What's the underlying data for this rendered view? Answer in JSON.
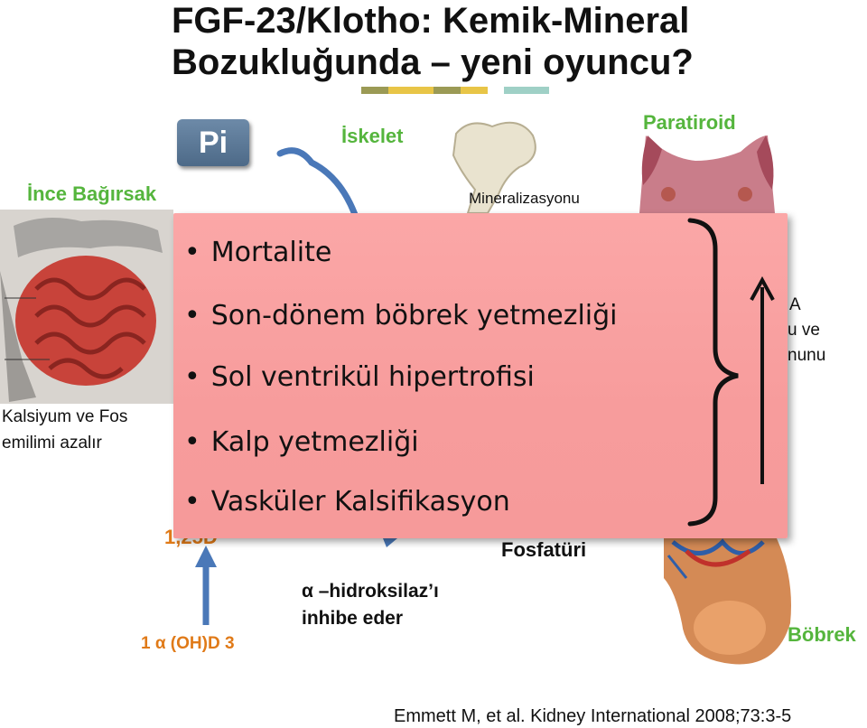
{
  "title": {
    "line1": "FGF-23/Klotho: Kemik-Mineral",
    "line2": "Bozukluğunda – yeni oyuncu?"
  },
  "swatch_colors": [
    "#9b9a55",
    "#e8c547",
    "#9b9a55",
    "#e8c547",
    "#c9c9c9",
    "#9fd0c6"
  ],
  "pi_label": "Pi",
  "labels": {
    "skeleton": "İskelet",
    "parathyroid": "Paratiroid",
    "small_intestine": "İnce Bağırsak",
    "mineralization": "Mineralizasyonu",
    "calcium_line1": "Kalsiyum ve Fos",
    "calcium_line2": "emilimi azalır",
    "right_a": "A",
    "right_uve": "u ve",
    "right_nunu": "nunu",
    "vitd": "1,25D",
    "phosphaturia": "Fosfatüri",
    "alpha_line1": "α –hidroksilaz’ı",
    "alpha_line2": "inhibe eder",
    "one_alpha": "1 α (OH)D 3",
    "kidney": "Böbrek"
  },
  "overlay_items": [
    "Mortalite",
    "Son-dönem böbrek yetmezliği",
    "Sol ventrikül hipertrofisi",
    "Kalp yetmezliği",
    "Vasküler Kalsifikasyon"
  ],
  "citation": "Emmett M, et al. Kidney International 2008;73:3-5",
  "colors": {
    "green_label": "#55b53d",
    "orange_label": "#e07a18",
    "arrow_blue": "#4a78b8",
    "overlay_fill": "#f79c9c"
  }
}
